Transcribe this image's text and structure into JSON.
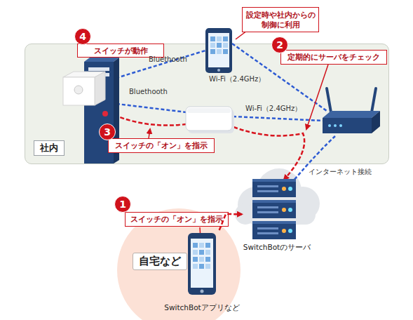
{
  "diagram": {
    "nodes": [
      {
        "text": [
          "社内"
        ]
      },
      {
        "text": [
          "4",
          "スイッチが動作"
        ]
      },
      {
        "text": [
          "設定時や社内からの 制御に利用"
        ]
      },
      {
        "text": [
          "2",
          "定期的にサーバをチェック"
        ]
      },
      {
        "text": [
          "3",
          "スイッチの「オン」を指示"
        ],
        "in": 0
      },
      {
        "text": [
          "SwitchBotのサーバ"
        ]
      },
      {
        "text": [
          "自宅など"
        ]
      },
      {
        "text": [
          "1",
          "スイッチの「オン」を指示"
        ]
      },
      {
        "text": [
          "SwitchBotアプリなど"
        ],
        "in": 6
      }
    ],
    "edges": [
      {
        "from": 8,
        "to": 5,
        "arrow": "to"
      }
    ],
    "labels": [
      "Bluethooth",
      "Bluethooth",
      "Wi-Fi（2.4GHz）",
      "Wi-Fi（2.4GHz）",
      "インターネット接続"
    ]
  }
}
